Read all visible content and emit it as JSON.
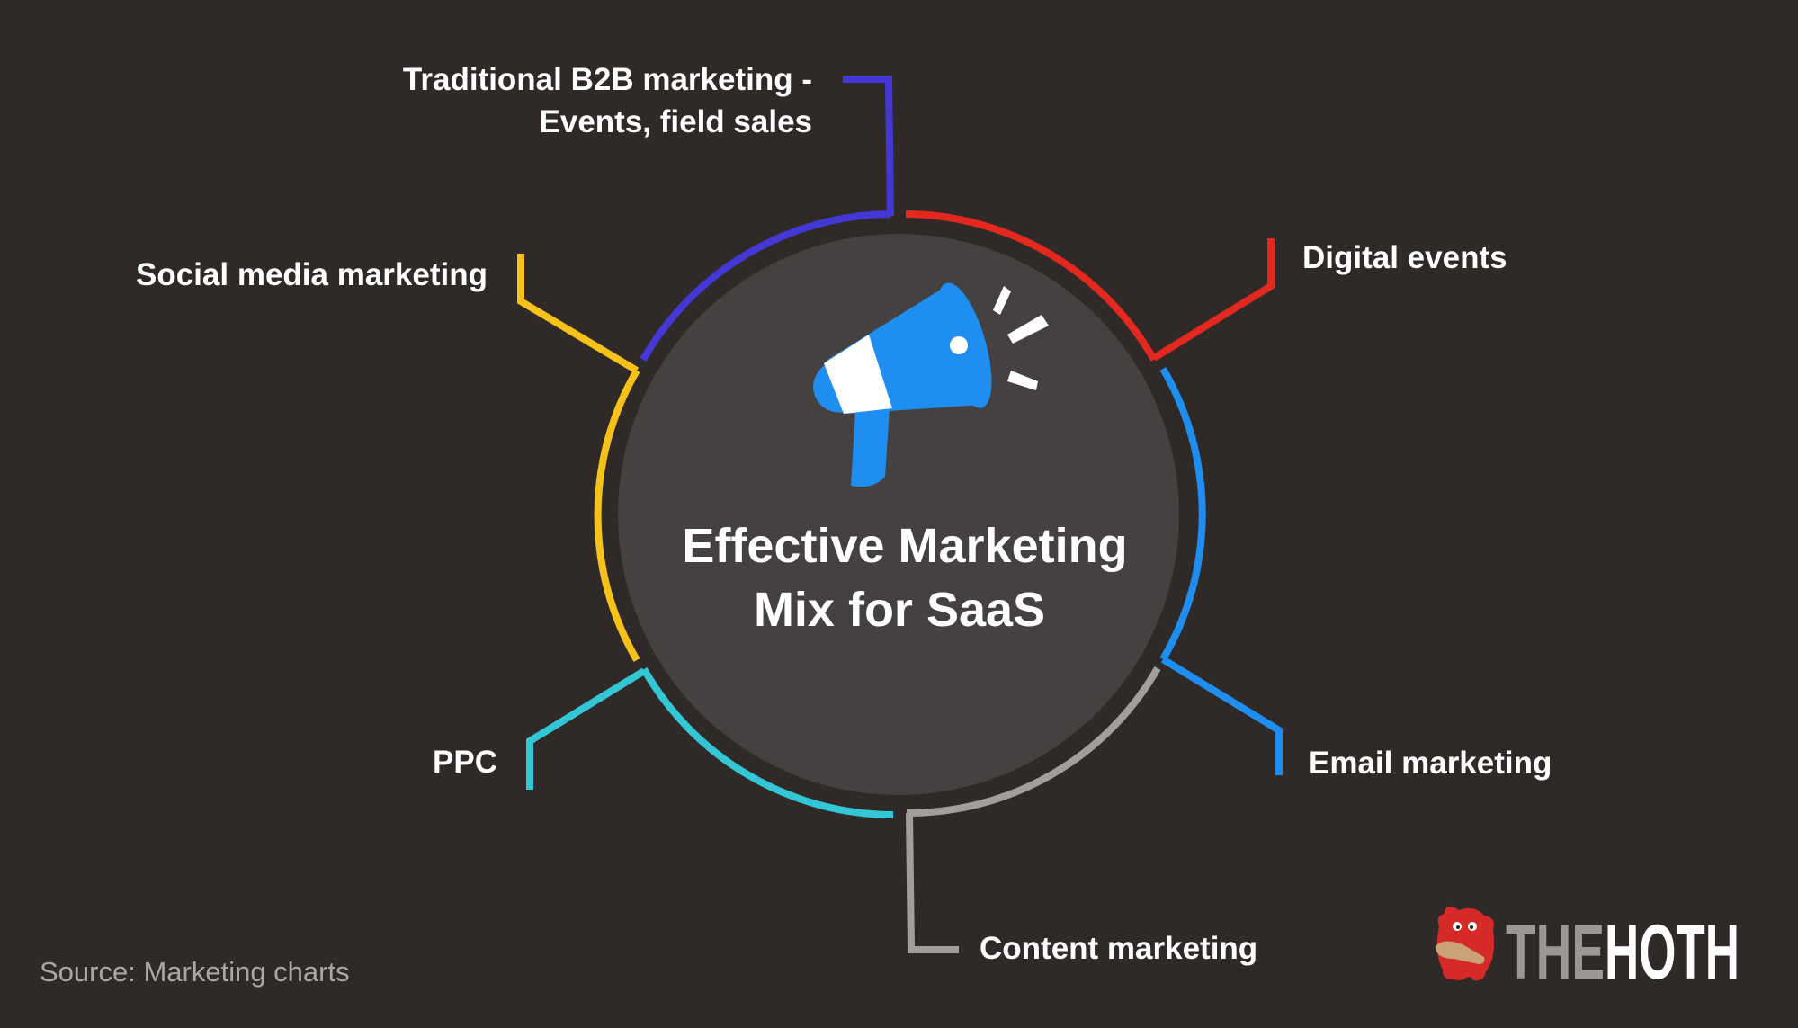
{
  "title": {
    "line1": "Effective Marketing",
    "line2": "Mix for SaaS"
  },
  "center_icon": "megaphone-icon",
  "segments": [
    {
      "id": "traditional-b2b",
      "lines": [
        "Traditional B2B marketing -",
        "Events, field sales"
      ],
      "color": "#4338d6"
    },
    {
      "id": "digital-events",
      "lines": [
        "Digital events"
      ],
      "color": "#e2281f"
    },
    {
      "id": "email-marketing",
      "lines": [
        "Email marketing"
      ],
      "color": "#1e8ff0"
    },
    {
      "id": "content-marketing",
      "lines": [
        "Content marketing"
      ],
      "color": "#a39e9b"
    },
    {
      "id": "ppc",
      "lines": [
        "PPC"
      ],
      "color": "#33c6d4"
    },
    {
      "id": "social-media",
      "lines": [
        "Social media marketing"
      ],
      "color": "#f6c21a"
    }
  ],
  "source": "Source: Marketing charts",
  "logo": {
    "part1": "THE",
    "part2": "HOTH",
    "mascot": "red-monster-mascot-icon"
  },
  "colors": {
    "background": "#2f2a28",
    "center_circle": "#454140",
    "megaphone": "#1e8ff0"
  }
}
